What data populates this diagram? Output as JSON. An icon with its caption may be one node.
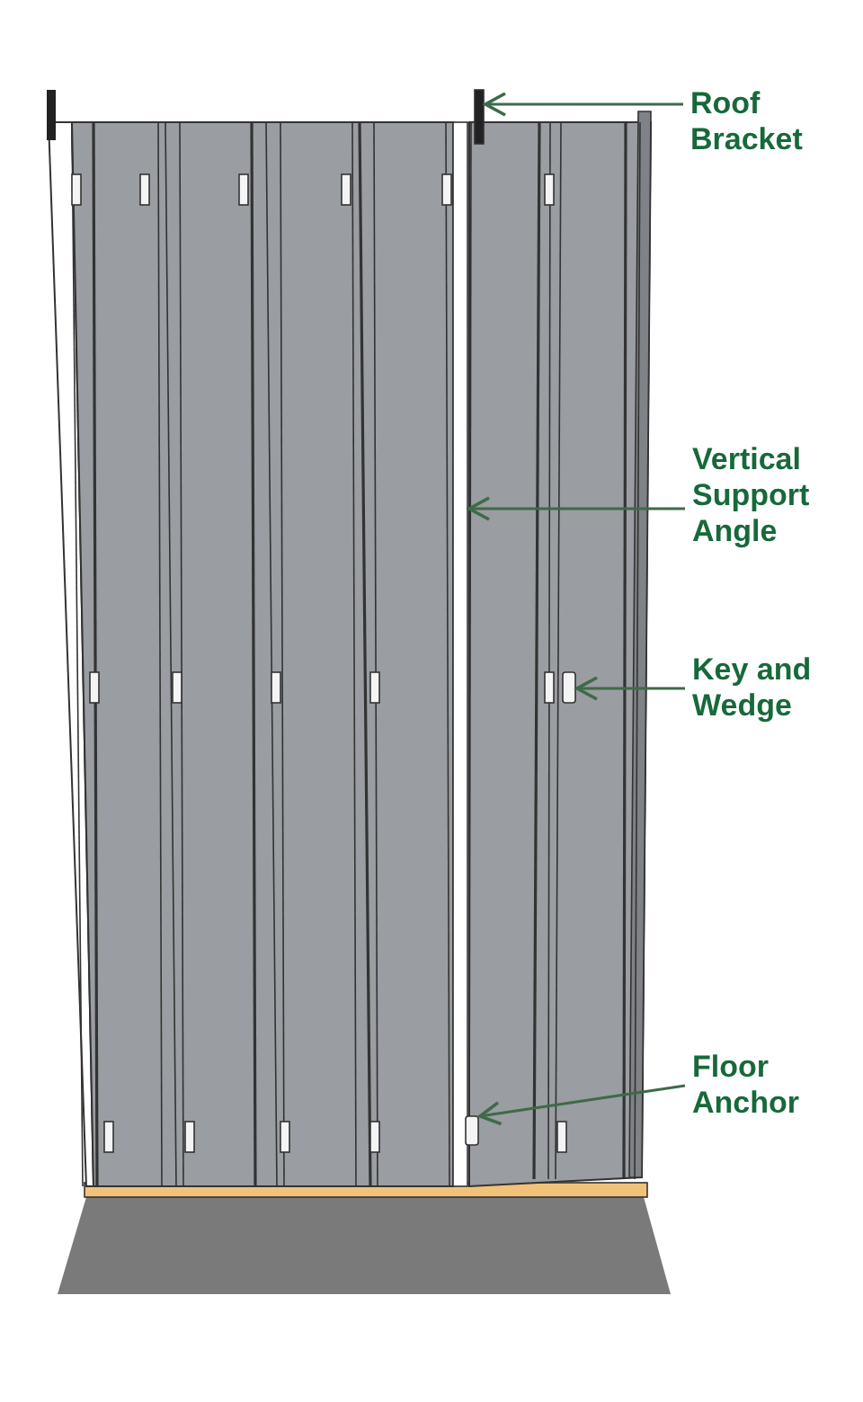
{
  "diagram": {
    "nodes": [
      {
        "text": [
          "Roof Bracket"
        ]
      },
      {
        "text": [
          "Vertical Support Angle"
        ]
      },
      {
        "text": [
          "Key and Wedge"
        ]
      },
      {
        "text": [
          "Floor Anchor"
        ]
      },
      {
        "text": [],
        "shape": "bar"
      },
      {
        "text": [],
        "shape": "bar"
      },
      {
        "text": [],
        "shape": "box"
      },
      {
        "text": [],
        "shape": "box"
      }
    ],
    "edges": [
      {
        "from": 0,
        "to": 4,
        "arrow": "to"
      },
      {
        "from": 1,
        "to": 5,
        "arrow": "to"
      },
      {
        "from": 2,
        "to": 6,
        "arrow": "to"
      },
      {
        "from": 3,
        "to": 7,
        "arrow": "to"
      }
    ]
  }
}
